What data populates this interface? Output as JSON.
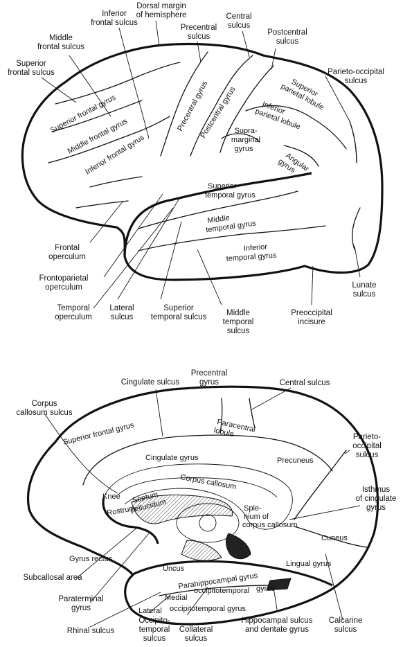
{
  "lateral_view": {
    "labels": {
      "inferior_frontal_sulcus": [
        "Inferior",
        "frontal sulcus"
      ],
      "dorsal_margin": [
        "Dorsal margin",
        "of hemisphere"
      ],
      "precentral_sulcus": [
        "Precentral",
        "sulcus"
      ],
      "central_sulcus": [
        "Central",
        "sulcus"
      ],
      "postcentral_sulcus": [
        "Postcentral",
        "sulcus"
      ],
      "middle_frontal_sulcus": [
        "Middle",
        "frontal sulcus"
      ],
      "superior_frontal_sulcus": [
        "Superior",
        "frontal sulcus"
      ],
      "parieto_occipital_sulcus": [
        "Parieto-occipital",
        "sulcus"
      ],
      "superior_frontal_gyrus": "Superior frontal gyrus",
      "middle_frontal_gyrus": "Middle frontal gyrus",
      "inferior_frontal_gyrus": "Inferior frontal gyrus",
      "precentral_gyrus": "Precentral gyrus",
      "postcentral_gyrus": "Postcentral gyrus",
      "superior_parietal_lobule": [
        "Superior",
        "parietal lobule"
      ],
      "inferior_parietal_lobule": [
        "Inferior",
        "parietal lobule"
      ],
      "supramarginal_gyrus": [
        "Supra-",
        "marginal",
        "gyrus"
      ],
      "angular_gyrus": [
        "Angular",
        "gyrus"
      ],
      "superior_temporal_gyrus": [
        "Superior",
        "temporal gyrus"
      ],
      "middle_temporal_gyrus": [
        "Middle",
        "temporal gyrus"
      ],
      "inferior_temporal_gyrus": [
        "Inferior",
        "temporal gyrus"
      ],
      "frontal_operculum": [
        "Frontal",
        "operculum"
      ],
      "frontoparietal_operculum": [
        "Frontoparietal",
        "operculum"
      ],
      "temporal_operculum": [
        "Temporal",
        "operculum"
      ],
      "lateral_sulcus": [
        "Lateral",
        "sulcus"
      ],
      "superior_temporal_sulcus": [
        "Superior",
        "temporal sulcus"
      ],
      "middle_temporal_sulcus": [
        "Middle",
        "temporal",
        "sulcus"
      ],
      "preoccipital_incisure": [
        "Preoccipital",
        "incisure"
      ],
      "lunate_sulcus": [
        "Lunate",
        "sulcus"
      ]
    }
  },
  "medial_view": {
    "labels": {
      "cingulate_sulcus": "Cingulate sulcus",
      "precentral_gyrus": [
        "Precentral",
        "gyrus"
      ],
      "central_sulcus": "Central sulcus",
      "corpus_callosum_sulcus": [
        "Corpus",
        "callosum sulcus"
      ],
      "superior_frontal_gyrus": "Superior frontal gyrus",
      "paracentral_lobule": [
        "Paracentral",
        "lobule"
      ],
      "parieto_occipital_sulcus": [
        "Parieto-",
        "occipital",
        "sulcus"
      ],
      "cingulate_gyrus": "Cingulate gyrus",
      "precuneus": "Precuneus",
      "corpus_callosum": "Corpus callosum",
      "knee": "Knee",
      "septum_pellucidum": [
        "Septum",
        "pellucidum"
      ],
      "rostrum": "Rostrum",
      "splenium": [
        "Sple-",
        "nium of",
        "corpus callosum"
      ],
      "isthmus": [
        "Isthmus",
        "of cingulate",
        "gyrus"
      ],
      "cuneus": "Cuneus",
      "gyrus_rectus": "Gyrus rectus",
      "subcallosal_area": "Subcallosal area",
      "uncus": "Uncus",
      "parahippocampal_gyrus": "Parahippocampal gyrus",
      "lingual_gyrus": "Lingual gyrus",
      "medial_occipitotemporal_gyrus": [
        "Medial",
        "occipitotemporal",
        "gyrus"
      ],
      "paraterminal_gyrus": [
        "Paraterminal",
        "gyrus"
      ],
      "lateral_occipitotemporal_gyrus": [
        "Lateral",
        "occipitotemporal gyrus"
      ],
      "rhinal_sulcus": "Rhinal sulcus",
      "occipitotemporal_sulcus": [
        "Occipito-",
        "temporal",
        "sulcus"
      ],
      "collateral_sulcus": [
        "Collateral",
        "sulcus"
      ],
      "hippocampal_sulcus": [
        "Hippocampal sulcus",
        "and dentate gyrus"
      ],
      "calcarine_sulcus": [
        "Calcarine",
        "sulcus"
      ]
    }
  }
}
